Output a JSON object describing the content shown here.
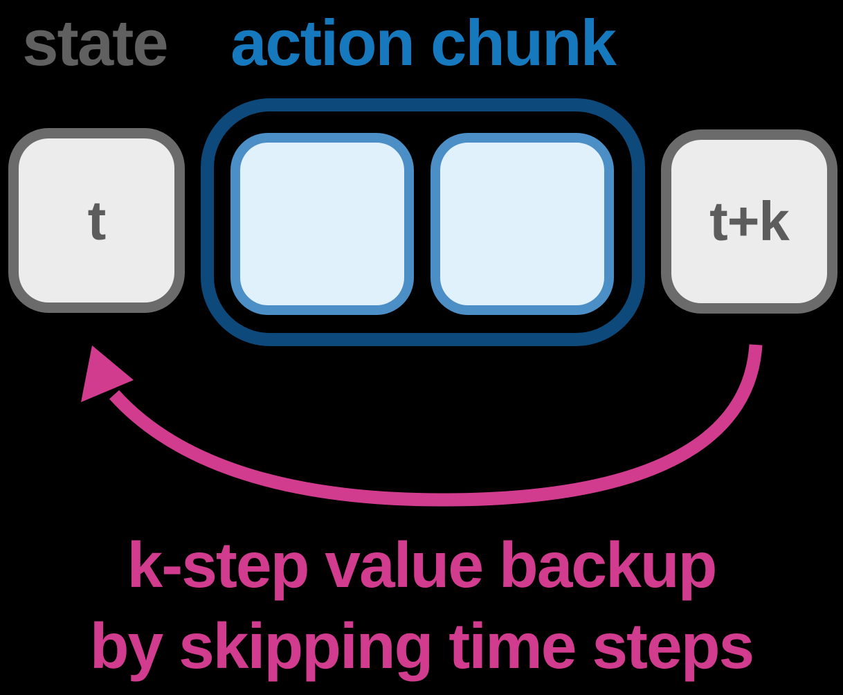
{
  "diagram": {
    "state_label": "state",
    "action_chunk_label": "action chunk",
    "node_t": "t",
    "node_t_plus_k": "t+k",
    "caption_line1": "k-step value backup",
    "caption_line2": "by skipping time steps",
    "action_slot_count": 2
  },
  "colors": {
    "background": "#000000",
    "gray_label_text": "#606060",
    "gray_node_border": "#6b6b6b",
    "gray_node_fill": "#ececec",
    "gray_node_text": "#5c5c5c",
    "blue_label_text": "#1779bd",
    "navy_chunk_outline": "#0d4a7b",
    "action_box_border": "#4c8ec6",
    "action_box_fill": "#e1f1fb",
    "pink_accent": "#d23c8e"
  }
}
